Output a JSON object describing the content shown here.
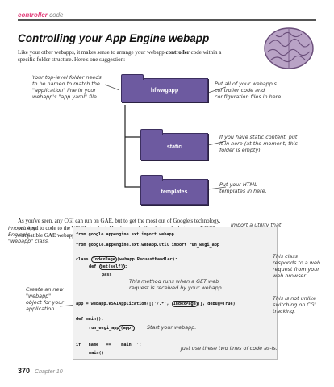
{
  "header": {
    "section": "controller",
    "sub": "code"
  },
  "title": "Controlling your App Engine webapp",
  "intro": {
    "text_before": "Like your other webapps, it makes sense to arrange your webapp ",
    "bold": "controller",
    "text_after": " code within a specific folder structure. Here's one suggestion:"
  },
  "notes": {
    "top_level": "Your top-level folder needs to be named to match the \"application\" line in your webapp's \"app.yaml\" file.",
    "controller": "Put all of your webapp's controller code and configuration files in here.",
    "static": "If you have static content, put it in here (at the moment, this folder is empty).",
    "templates": "Put your HTML templates in here.",
    "import_utility": "Import a utility that runs your webapp.",
    "import_app_engine": "Import App Engine's \"webapp\" class.",
    "class_responds": "This class responds to a web request from your web browser.",
    "create_object": "Create an new \"webapp\" object for your application.",
    "get_method": "This method runs when a GET web request is received by your webapp.",
    "like_switching": "This is not unlike switching on CGI tracking.",
    "start_webapp": "Start your webapp.",
    "just_use": "Just use these two lines of code as-is."
  },
  "folders": {
    "root": "hfwwgapp",
    "static": "static",
    "templates": "templates"
  },
  "para2": {
    "text_before": "As you've seen, any CGI can run on GAE, but to get the most out of Google's technology, you need to code to the WSGI standard. Here's some ",
    "italic": "boilerplate",
    "text_after": " code that every WSGI-compatible GAE webapp starts with:"
  },
  "code": {
    "l1": "from google.appengine.ext import webapp",
    "l2": "from google.appengine.ext.webapp.util import run_wsgi_app",
    "l3a": "class ",
    "l3b": "IndexPage",
    "l3c": "(webapp.RequestHandler):",
    "l4a": "def ",
    "l4b": "get(self)",
    "l4c": ":",
    "l5": "pass",
    "l6a": "app = webapp.WSGIApplication([('/.*', ",
    "l6b": "IndexPage",
    "l6c": ")], debug=True)",
    "l7": "def main():",
    "l8a": "run_wsgi_app",
    "l8b": "(app)",
    "l9": "if __name__ == '__main__':",
    "l10": "main()"
  },
  "footer": {
    "page": "370",
    "chapter": "Chapter 10"
  }
}
